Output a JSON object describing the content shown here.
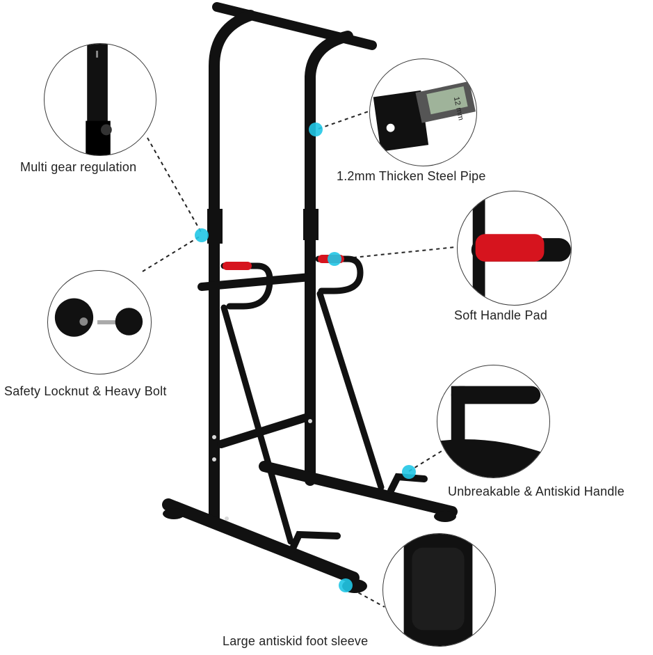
{
  "colors": {
    "frame": "#111111",
    "pad": "#d6141e",
    "marker": "#21c7e6",
    "text": "#222222"
  },
  "labels": {
    "multi_gear": "Multi gear regulation",
    "steel_pipe": "1.2mm Thicken Steel Pipe",
    "soft_pad": "Soft Handle Pad",
    "locknut": "Safety Locknut & Heavy Bolt",
    "antiskid_handle": "Unbreakable & Antiskid Handle",
    "foot_sleeve": "Large antiskid foot sleeve"
  },
  "caliper_readout": "12 mm",
  "icons": [
    "power-tower-image",
    "marker-dot",
    "callout-circle"
  ]
}
